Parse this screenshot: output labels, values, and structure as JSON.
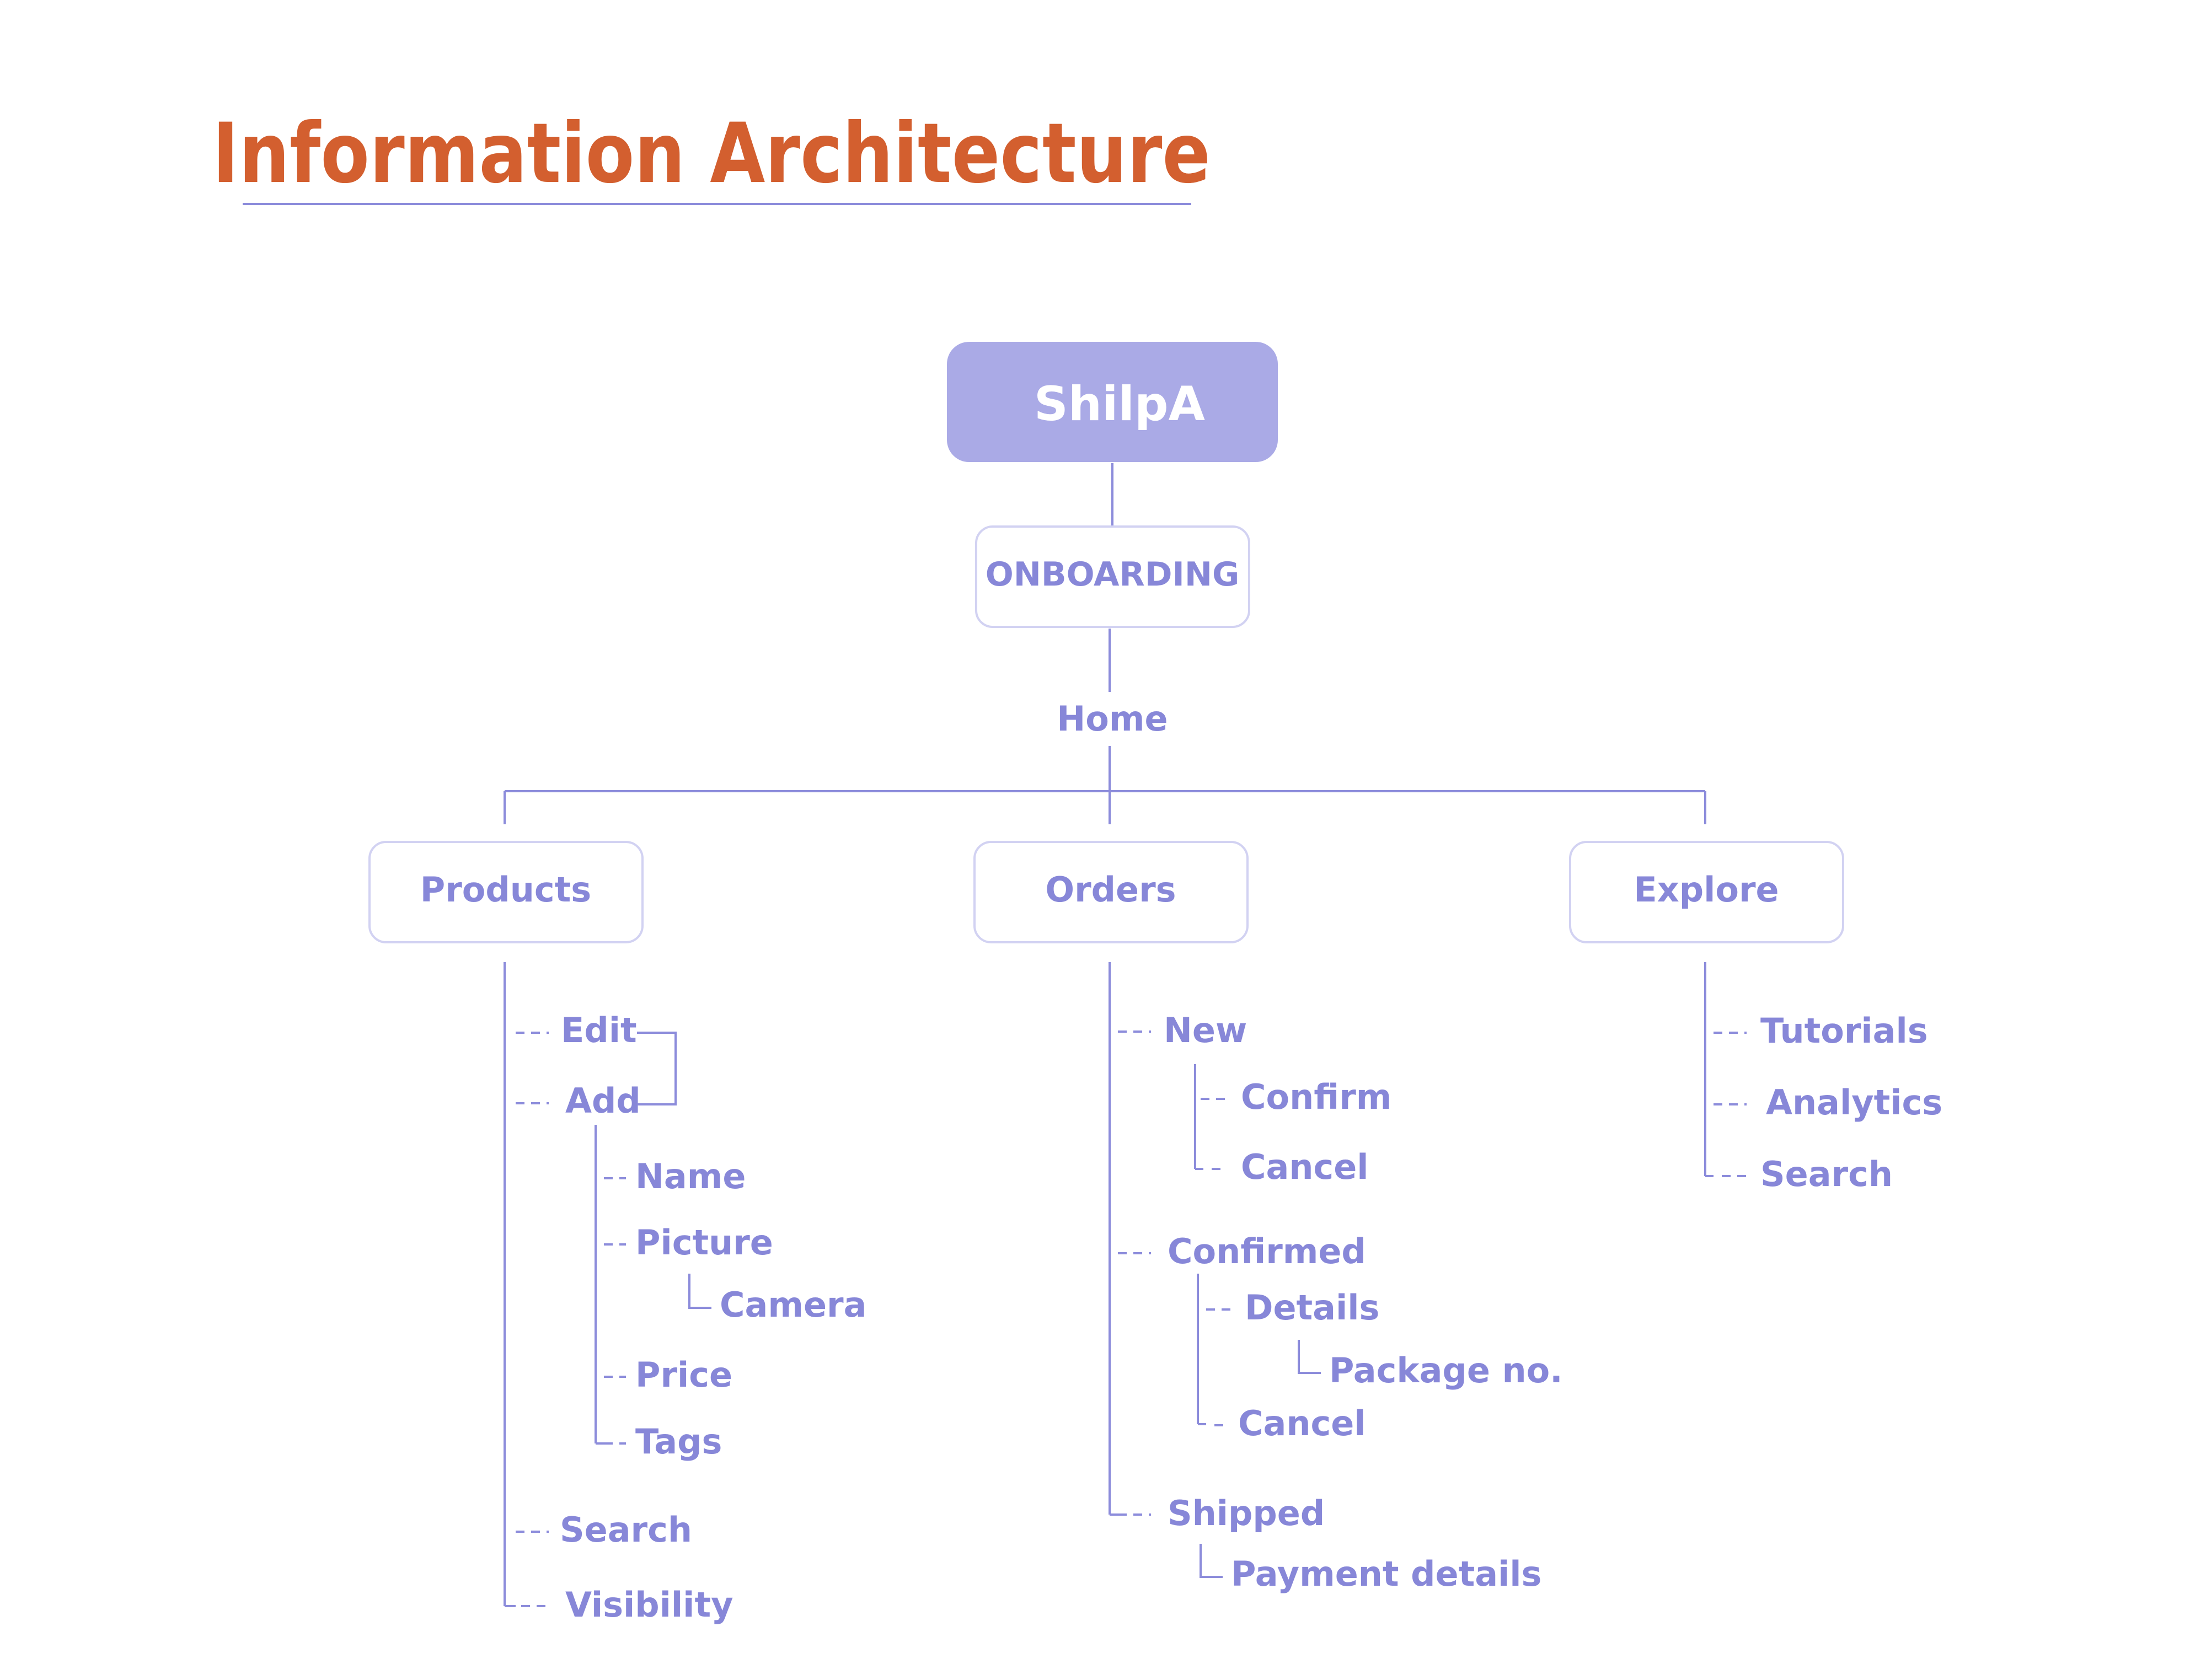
{
  "title": "Information Architecture",
  "colors": {
    "title": "#d35f2f",
    "accent": "#8787d8",
    "root_fill": "#aaaae6",
    "box_border": "#d2d2f2"
  },
  "root": "ShilpA",
  "onboarding": "ONBOARDING",
  "home": "Home",
  "sections": {
    "products": {
      "label": "Products",
      "edit": "Edit",
      "add": "Add",
      "name": "Name",
      "picture": "Picture",
      "camera": "Camera",
      "price": "Price",
      "tags": "Tags",
      "search": "Search",
      "visibility": "Visibility"
    },
    "orders": {
      "label": "Orders",
      "new": "New",
      "confirm": "Confirm",
      "cancel_new": "Cancel",
      "confirmed": "Confirmed",
      "details": "Details",
      "package_no": "Package no.",
      "cancel_confirmed": "Cancel",
      "shipped": "Shipped",
      "payment_details": "Payment details"
    },
    "explore": {
      "label": "Explore",
      "tutorials": "Tutorials",
      "analytics": "Analytics",
      "search": "Search"
    }
  }
}
